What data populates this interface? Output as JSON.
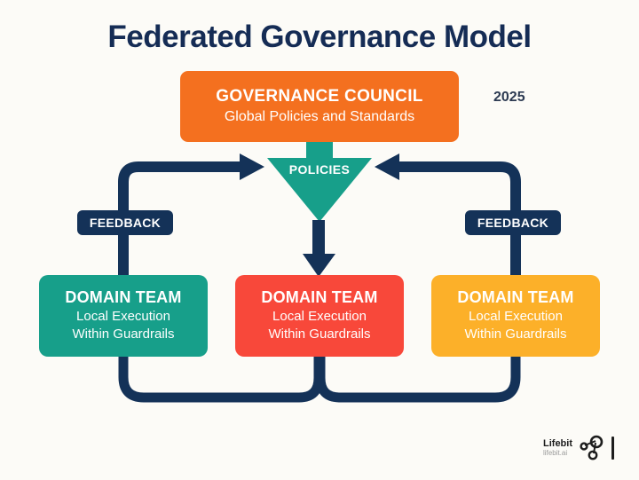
{
  "title": "Federated Governance Model",
  "year": "2025",
  "colors": {
    "background": "#fcfbf7",
    "navy": "#143258",
    "title_navy": "#152c55",
    "orange": "#f4701f",
    "teal": "#179f8a",
    "red": "#f8483a",
    "yellow": "#fcb029",
    "white": "#ffffff"
  },
  "council": {
    "title": "GOVERNANCE COUNCIL",
    "subtitle": "Global Policies and Standards"
  },
  "policies": {
    "label": "POLICIES"
  },
  "feedback": {
    "left_label": "FEEDBACK",
    "right_label": "FEEDBACK"
  },
  "teams": [
    {
      "title": "DOMAIN TEAM",
      "line1": "Local Execution",
      "line2": "Within Guardrails",
      "color": "#179f8a"
    },
    {
      "title": "DOMAIN TEAM",
      "line1": "Local Execution",
      "line2": "Within Guardrails",
      "color": "#f8483a"
    },
    {
      "title": "DOMAIN TEAM",
      "line1": "Local Execution",
      "line2": "Within Guardrails",
      "color": "#fcb029"
    }
  ],
  "logo": {
    "name": "Lifebit",
    "domain": "lifebit.ai"
  }
}
